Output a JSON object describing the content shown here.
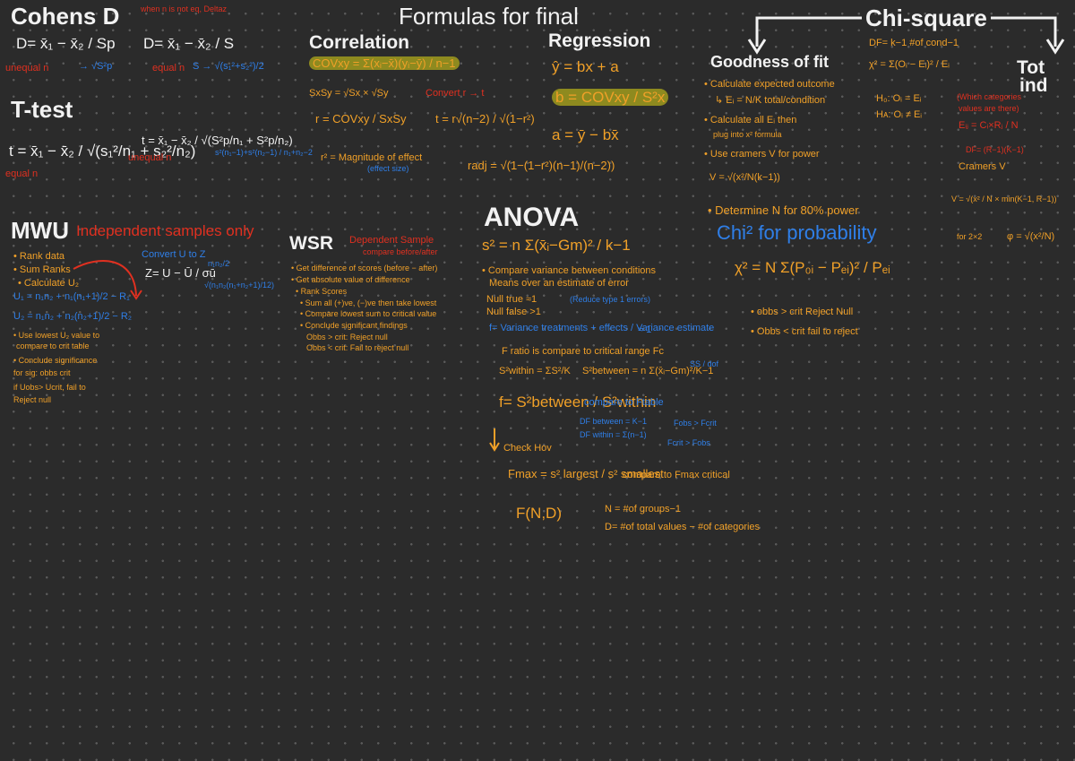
{
  "title": "Formulas for final",
  "cohens": {
    "heading": "Cohens D",
    "note": "when n is not eq, Deltaz",
    "f1": "D= x̄₁ − x̄₂ / Sp",
    "f1_label": "unequal n",
    "f1_sub": "→ √S²p",
    "f2": "D= x̄₁ − x̄₂ / S",
    "f2_label": "equal n",
    "f2_sub": "S → √(s₁²+s₂²)/2"
  },
  "ttest": {
    "heading": "T-test",
    "f1": "t = x̄₁ − x̄₂ / √(s₁²/n₁ + s₂²/n₂)",
    "f1_label": "equal n",
    "f2": "t = x̄₁ − x̄₂ / √(S²p/n₁ + S²p/n₂)",
    "f2_label": "unequal n",
    "f2_pool": "s²(n₁−1)+s²(n₂−1) / n₁+n₂−2"
  },
  "mwu": {
    "heading": "MWU",
    "subtitle": "Independent samples only",
    "steps": [
      "• Rank data",
      "• Sum Ranks",
      "• Calculate U₂"
    ],
    "u1": "U₁ = n₁n₂ + n₁(n₁+1)/2 − R₁",
    "u2": "U₂ = n₁n₂ + n₂(n₂+1)/2 − R₂",
    "compare": [
      "• Use lowest U₂ value to",
      "compare to crit table"
    ],
    "conclude": [
      "• Conclude significance",
      "for sig: obbs crit",
      "if Uobs> Ucrit, fail to",
      "Reject null"
    ],
    "convert": "Convert U to Z",
    "z": "Z= U − Ū / σū",
    "z_mean": "n₁n₂/2",
    "z_sd": "√(n₁n₂(n₁+n₂+1)/12)"
  },
  "correlation": {
    "heading": "Correlation",
    "cov": "COVxy = Σ(xᵢ−x̄)(yᵢ−ȳ) / n−1",
    "sxsy": "SxSy = √Sx × √Sy",
    "convert": "Convert r → t",
    "r": "r = COVxy / SxSy",
    "t": "t = r√(n−2) / √(1−r²)",
    "r2": "r² = Magnitude of effect",
    "r2_sub": "(effect size)"
  },
  "regression": {
    "heading": "Regression",
    "yhat": "ŷ = bx + a",
    "b": "b = COVxy / S²x",
    "a": "a = ȳ − bx̄",
    "radj": "radj = √(1−(1−r²)(n−1)/(n−2))"
  },
  "anova": {
    "heading": "ANOVA",
    "s2": "s² = n Σ(x̄ᵢ−Gm)² / k−1",
    "compare": [
      "• Compare variance between conditions",
      "Means over an estimate of error"
    ],
    "null_true": "Null true ≈1",
    "null_true_note": "(Reduce type 1 errors)",
    "null_false": "Null false >1",
    "f1": "f= Variance treatments + effects / Variance estimate",
    "f1_eq": "≈ 1",
    "ratio": "F ratio is compare to critical range Fc",
    "sw": "S²within = ΣS²/K",
    "sb": "S²between = n Σ(x̄ᵢ−Gm)²/K−1",
    "sb_note": "SS / dof",
    "f2": "f= S²between / S²within",
    "f2_note": "compare to Ftable",
    "df1": "DF between = K−1",
    "df2": "DF within = Σ(n−1)",
    "fobs": "Fobs > Fcrit",
    "fcrit": "Fcrit > Fobs",
    "check": "Check Hov",
    "fmax": "Fmax = s² largest / s² smallest",
    "fmax_note": "compare to Fmax critical",
    "fnd": "F(N,D)",
    "n_def": "N = #of groups−1",
    "d_def": "D= #of total values − #of categories"
  },
  "wsr": {
    "heading": "WSR",
    "subtitle": [
      "Dependent Sample",
      "compare before/after"
    ],
    "steps": [
      "• Get difference of scores (before − after)",
      "• Get absolute value of difference",
      "• Rank Scores",
      "• Sum all (+)ve, (−)ve then take lowest",
      "• Compare lowest sum to critical value",
      "• Conclude significant findings",
      "Obbs > crit: Reject null",
      "Obbs < crit: Fail to reject null"
    ]
  },
  "chisq": {
    "heading": "Chi-square",
    "gof": "Goodness of fit",
    "df": "DF= k−1  #of cond−1",
    "x2": "χ² = Σ(Oᵢ − Eᵢ)² / Eᵢ",
    "h0": "H₀: Oᵢ = Eᵢ",
    "ha": "Hᴀ: Oᵢ ≠ Eᵢ",
    "calc_exp": "• Calculate expected outcome",
    "ei": "↳ Eᵢ = N/K  total/condition",
    "calc_all": "• Calculate all Eᵢ then",
    "plug": "plug into x² formula",
    "cramer_step": "• Use cramers V for power",
    "v1": "V = √(x²/N(k−1))",
    "determine": "• Determine N for 80% power",
    "prob": "Chi² for probability",
    "x2n": "χ² = N Σ(P₀ᵢ − Pₑᵢ)² / Pₑᵢ",
    "reject": "• obbs > crit Reject Null",
    "fail": "• Obbs < crit fail to reject"
  },
  "toi": {
    "heading": [
      "Tot",
      "ind"
    ],
    "red": [
      "(Which categories",
      "values are there)"
    ],
    "eij": "Eᵢⱼ = Cᵢ×Rⱼ / N",
    "df": "DF= (R−1)(K−1)",
    "cramer": "Cramers V",
    "v": "V = √(x² / N × min(K−1, R−1))",
    "phi_label": "for 2×2",
    "phi": "φ = √(x²/N)"
  }
}
